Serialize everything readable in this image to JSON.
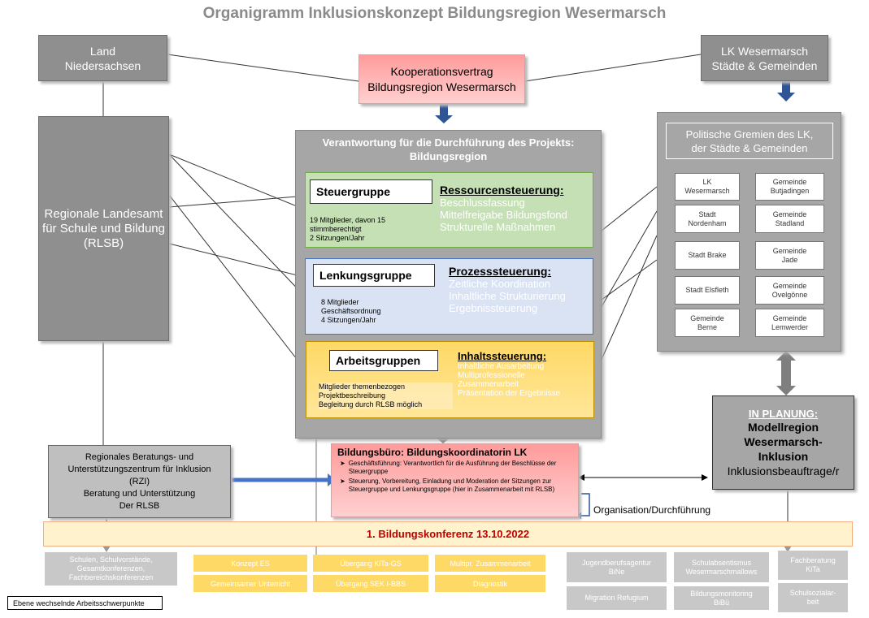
{
  "title": "Organigramm Inklusionskonzept Bildungsregion Wesermarsch",
  "land": {
    "line1": "Land",
    "line2": "Niedersachsen"
  },
  "lk": {
    "line1": "LK Wesermarsch",
    "line2": "Städte & Gemeinden"
  },
  "kooperation": {
    "line1": "Kooperationsvertrag",
    "line2": "Bildungsregion Wesermarsch"
  },
  "rlsb": {
    "line1": "Regionale Landesamt",
    "line2": "für Schule und Bildung",
    "line3": "(RLSB)"
  },
  "center": {
    "line1": "Verantwortung für die Durchführung des Projekts:",
    "line2": "Bildungsregion"
  },
  "steuergruppe": {
    "label": "Steuergruppe",
    "details": [
      "19 Mitglieder, davon 15",
      "stimmberechtigt",
      "2 Sitzungen/Jahr"
    ],
    "steer_title": "Ressourcensteuerung:",
    "steer_items": [
      "Beschlussfassung",
      "Mittelfreigabe Bildungsfond",
      "Strukturelle Maßnahmen"
    ]
  },
  "lenkungsgruppe": {
    "label": "Lenkungsgruppe",
    "details": [
      "8 Mitglieder",
      "Geschäftsordnung",
      "4 Sitzungen/Jahr"
    ],
    "steer_title": "Prozesssteuerung:",
    "steer_items": [
      "Zeitliche Koordination",
      "Inhaltliche Strukturierung",
      "Ergebnissteuerung"
    ]
  },
  "arbeitsgruppen": {
    "label": "Arbeitsgruppen",
    "details": [
      "Mitglieder themenbezogen",
      "Projektbeschreibung",
      "Begleitung durch RLSB möglich"
    ],
    "steer_title": "Inhaltssteuerung:",
    "steer_items": [
      "Inhaltliche Ausarbeitung",
      "Multiprofessionelle",
      "Zusammenarbeit",
      "Präsentation der Ergebnisse"
    ]
  },
  "politisch": {
    "line1": "Politische Gremien des LK,",
    "line2": "der Städte & Gemeinden"
  },
  "gemeinden": [
    {
      "l1": "LK",
      "l2": "Wesermarsch"
    },
    {
      "l1": "Gemeinde",
      "l2": "Butjadingen"
    },
    {
      "l1": "Stadt",
      "l2": "Nordenham"
    },
    {
      "l1": "Gemeinde",
      "l2": "Stadland"
    },
    {
      "l1": "Stadt Brake",
      "l2": ""
    },
    {
      "l1": "Gemeinde",
      "l2": "Jade"
    },
    {
      "l1": "Stadt Elsfleth",
      "l2": ""
    },
    {
      "l1": "Gemeinde",
      "l2": "Ovelgönne"
    },
    {
      "l1": "Gemeinde",
      "l2": "Berne"
    },
    {
      "l1": "Gemeinde",
      "l2": "Lemwerder"
    }
  ],
  "planung": {
    "line1": "IN PLANUNG:",
    "line2": "Modellregion",
    "line3": "Wesermarsch-",
    "line4": "Inklusion",
    "line5": "Inklusionsbeauftrage/r"
  },
  "rzi": {
    "line1": "Regionales Beratungs- und",
    "line2": "Unterstützungszentrum für Inklusion",
    "line3": "(RZI)",
    "line4": "Beratung und Unterstützung",
    "line5": "Der RLSB"
  },
  "buero": {
    "title": "Bildungsbüro: Bildungskoordinatorin LK",
    "b1": "Geschäftsführung: Verantwortlich für die Ausführung der Beschlüsse der Steuergruppe",
    "b2": "Steuerung, Vorbereitung, Einladung und Moderation der Sitzungen zur Steuergruppe und Lenkungsgruppe (hier in Zusammenarbeit mit RLSB)"
  },
  "organisation": "Organisation/Durchführung",
  "konferenz": "1.  Bildungskonferenz 13.10.2022",
  "bottom_grey_left": {
    "l1": "Schulen, Schulvorstände,",
    "l2": "Gesamtkonferenzen,",
    "l3": "Fachbereichskonferenzen"
  },
  "yellow_items": [
    "Konzept ES",
    "Übergang KiTa-GS",
    "Multipr. Zusammenarbeit",
    "Gemeinsamer Unterricht",
    "Übergang SEK I-BBS",
    "Diagnostik"
  ],
  "grey_items": {
    "jugend": {
      "l1": "Jugendberufsagentur",
      "l2": "BiNe"
    },
    "schulab": {
      "l1": "Schulabsentismus",
      "l2": "Wesermarschmallows"
    },
    "fach": {
      "l1": "Fachberatung",
      "l2": "KiTa"
    },
    "migration": "Migration Refugium",
    "monitoring": {
      "l1": "Bildungsmonitoring",
      "l2": "BiBü"
    },
    "sozial": {
      "l1": "Schulsozialar-",
      "l2": "beit"
    }
  },
  "legend": "Ebene wechselnde Arbeitsschwerpunkte"
}
